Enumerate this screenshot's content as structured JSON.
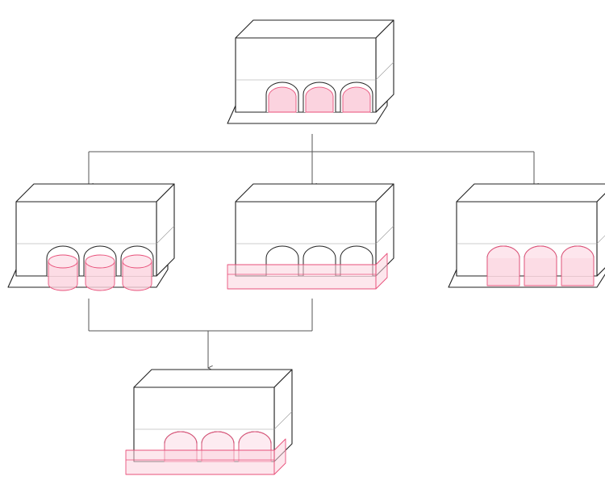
{
  "colors": {
    "accent": "#e8507a",
    "accent_fill": "#fbd3df",
    "line": "#222222",
    "connector": "#555555"
  },
  "diagram": {
    "blocks": [
      {
        "id": "source-volume",
        "pattern": "arches"
      },
      {
        "id": "variant-cylinders",
        "pattern": "cylinders"
      },
      {
        "id": "variant-base-slab",
        "pattern": "slab"
      },
      {
        "id": "variant-boxed-vaults",
        "pattern": "boxes"
      },
      {
        "id": "combined-result",
        "pattern": "combined"
      }
    ],
    "connections": [
      {
        "from": "source-volume",
        "to": "variant-cylinders"
      },
      {
        "from": "source-volume",
        "to": "variant-base-slab"
      },
      {
        "from": "source-volume",
        "to": "variant-boxed-vaults"
      },
      {
        "from": "variant-cylinders",
        "to": "combined-result"
      },
      {
        "from": "variant-base-slab",
        "to": "combined-result"
      }
    ]
  }
}
